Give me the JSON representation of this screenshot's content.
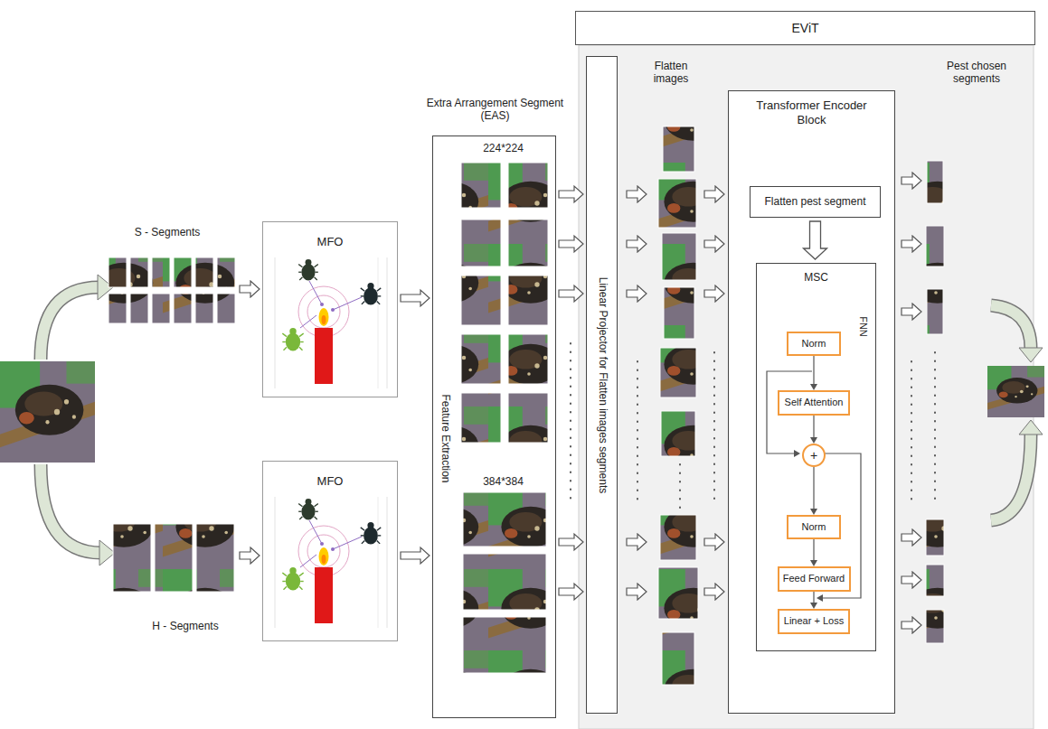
{
  "diagram": {
    "nodes": [
      {
        "text": [
          "MFO"
        ]
      },
      {
        "text": [
          "MFO"
        ]
      },
      {
        "text": [
          "Extra Arrangement Segment (EAS)",
          "224*224",
          "384*384",
          "Feature Extraction"
        ]
      },
      {
        "text": [
          "EViT"
        ]
      },
      {
        "text": [
          "Linear Projector for Flatten images segments"
        ],
        "in": 3
      },
      {
        "text": [
          "Transformer Encoder Block"
        ],
        "in": 3
      },
      {
        "text": [
          "Flatten pest segment"
        ],
        "in": 5
      },
      {
        "text": [
          "MSC",
          "FNN"
        ],
        "in": 5
      },
      {
        "text": [
          "Norm"
        ],
        "in": 7
      },
      {
        "text": [
          "Self Attention"
        ],
        "in": 7
      },
      {
        "text": [
          "+"
        ],
        "in": 7
      },
      {
        "text": [
          "Norm"
        ],
        "in": 7
      },
      {
        "text": [
          "Feed Forward"
        ],
        "in": 7
      },
      {
        "text": [
          "Linear + Loss"
        ],
        "in": 7
      }
    ],
    "edges": [
      {
        "from": 0,
        "to": 2,
        "arrow": "to"
      },
      {
        "from": 1,
        "to": 2,
        "arrow": "to"
      },
      {
        "from": 2,
        "to": 4,
        "arrow": "to"
      },
      {
        "from": 2,
        "to": 4,
        "arrow": "to"
      },
      {
        "from": 2,
        "to": 4,
        "arrow": "to"
      },
      {
        "from": 2,
        "to": 4,
        "arrow": "to"
      },
      {
        "from": 2,
        "to": 4,
        "arrow": "to"
      },
      {
        "from": 6,
        "to": 7,
        "arrow": "to"
      },
      {
        "from": 8,
        "to": 9,
        "arrow": "to"
      },
      {
        "from": 9,
        "to": 10,
        "arrow": "to"
      },
      {
        "from": 10,
        "to": 11,
        "arrow": "to"
      },
      {
        "from": 11,
        "to": 12,
        "arrow": "to"
      },
      {
        "from": 12,
        "to": 13,
        "arrow": "to"
      }
    ],
    "labels": [
      "S - Segments",
      "H - Segments",
      "Flatten images",
      "Pest chosen segments"
    ]
  }
}
